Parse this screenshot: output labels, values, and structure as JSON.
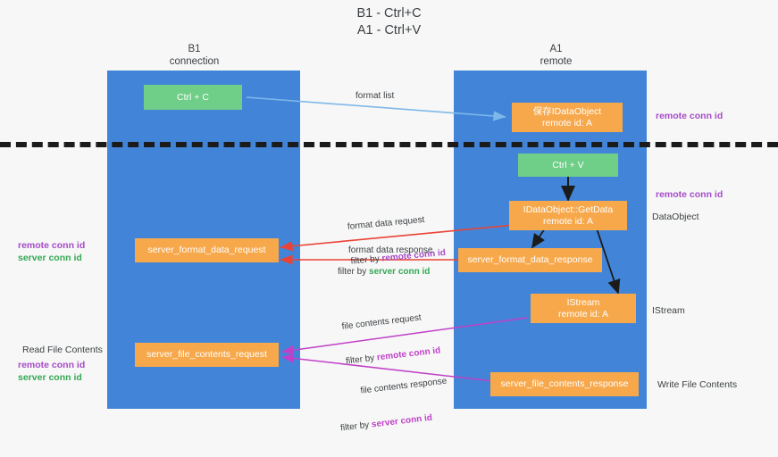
{
  "title": "B1 - Ctrl+C\nA1 - Ctrl+V",
  "columns": [
    {
      "name": "b1",
      "label": "B1\nconnection"
    },
    {
      "name": "a1",
      "label": "A1\nremote"
    }
  ],
  "colors": {
    "lane": "#4285d8",
    "green_box": "#6fce87",
    "orange_box": "#f7a84b",
    "background": "#f7f7f7",
    "remote_conn_id": "#a64bc8",
    "server_conn_id": "#34a853",
    "arrow_blue": "#7eb8e8",
    "arrow_red": "#ea4335",
    "arrow_purple": "#c040c8",
    "arrow_black": "#1b1b1b",
    "divider": "#1b1b1b"
  },
  "boxes": {
    "ctrl_c": "Ctrl + C",
    "save_dataobject": "保存IDataObject\nremote id: A",
    "ctrl_v": "Ctrl + V",
    "getdata": "IDataObject::GetData\nremote id: A",
    "server_format_data_request": "server_format_data_request",
    "server_format_data_response": "server_format_data_response",
    "istream": "IStream\nremote id: A",
    "server_file_contents_request": "server_file_contents_request",
    "server_file_contents_response": "server_file_contents_response"
  },
  "edge_labels": {
    "format_list": "format list",
    "format_data_request": "format data request",
    "format_data_request_filter_prefix": "filter by ",
    "format_data_request_filter_key": "remote conn id",
    "format_data_response": "format data response",
    "format_data_response_filter_prefix": "filter by ",
    "format_data_response_filter_key": "server conn id",
    "file_contents_request": "file contents request",
    "file_contents_request_filter_prefix": "filter by ",
    "file_contents_request_filter_key": "remote conn id",
    "file_contents_response": "file contents response",
    "file_contents_response_filter_prefix": "filter by ",
    "file_contents_response_filter_key": "server conn id"
  },
  "annotations": {
    "right_top_remote_conn_id": "remote conn id",
    "right_mid_remote_conn_id": "remote conn id",
    "right_dataobject": "DataObject",
    "right_istream": "IStream",
    "right_write_file_contents": "Write File Contents",
    "left_remote_conn_id": "remote conn id",
    "left_server_conn_id": "server conn id",
    "left_read_file_contents": "Read File Contents",
    "left_lower_remote_conn_id": "remote conn id",
    "left_lower_server_conn_id": "server conn id"
  }
}
